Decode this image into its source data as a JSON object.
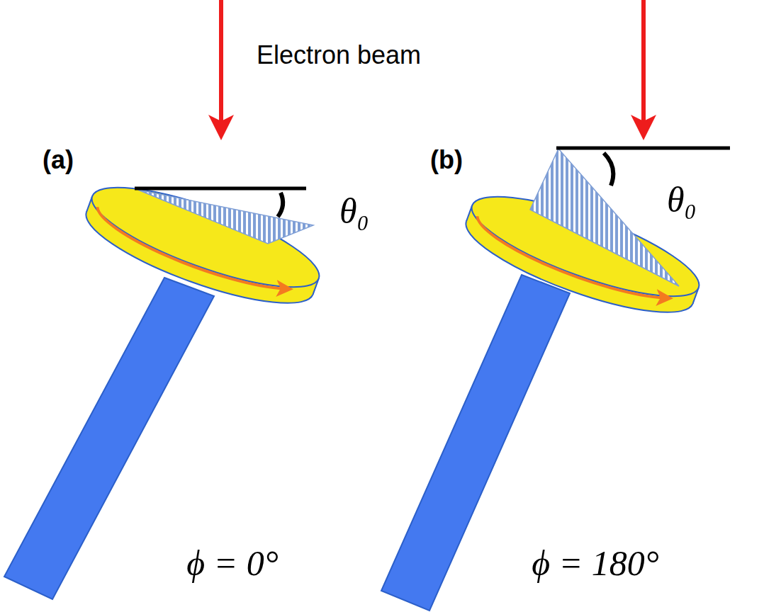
{
  "diagram": {
    "labels": [
      "Electron beam",
      "(a)",
      "θ₀",
      "(b)",
      "θ₀",
      "ϕ = 0°",
      "ϕ = 180°"
    ]
  }
}
